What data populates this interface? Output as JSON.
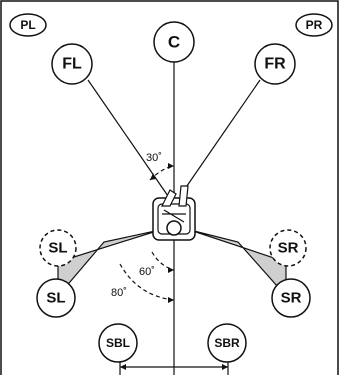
{
  "speakers": {
    "pl": "PL",
    "pr": "PR",
    "center": "C",
    "front_left": "FL",
    "front_right": "FR",
    "surround_left_alt": "SL",
    "surround_right_alt": "SR",
    "surround_left": "SL",
    "surround_right": "SR",
    "surround_back_left": "SBL",
    "surround_back_right": "SBR"
  },
  "angles": {
    "front": "30˚",
    "side_inner": "60˚",
    "side_outer": "80˚"
  },
  "colors": {
    "line": "#111111",
    "zone_fill": "#cfcfcf",
    "background": "#ffffff"
  },
  "icons": {
    "listener": "listener-in-chair-icon"
  }
}
